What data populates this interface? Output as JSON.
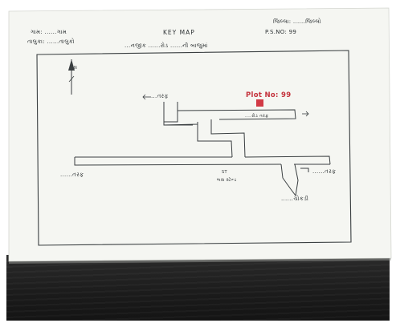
{
  "map": {
    "header": {
      "top_left_line1": "ગામ: ......ગામ",
      "top_left_line2": "તાલુકા: ......તાલુકો",
      "title": "KEY MAP",
      "address_line": "...નજીક ......રોડ ......ની બાજુમાં",
      "top_right_line1": "જિલ્લા: ......જિલ્લો",
      "top_right_line2": "P.S.NO: 99"
    },
    "labels": {
      "north_arrow": "N",
      "top_road": "...તરફ",
      "plot": "Plot No: 99",
      "branch_road": "....રોડ તરફ",
      "main_road_left": "......તરફ",
      "junction": "ST",
      "junction_sub": "બસ સ્ટેન્ડ",
      "main_road_right": "......તરફ",
      "bottom_landmark": "......ચોકડી"
    },
    "colors": {
      "ink": "#2f3436",
      "plot_marker": "#d23a45",
      "plot_label": "#c4323c"
    }
  }
}
